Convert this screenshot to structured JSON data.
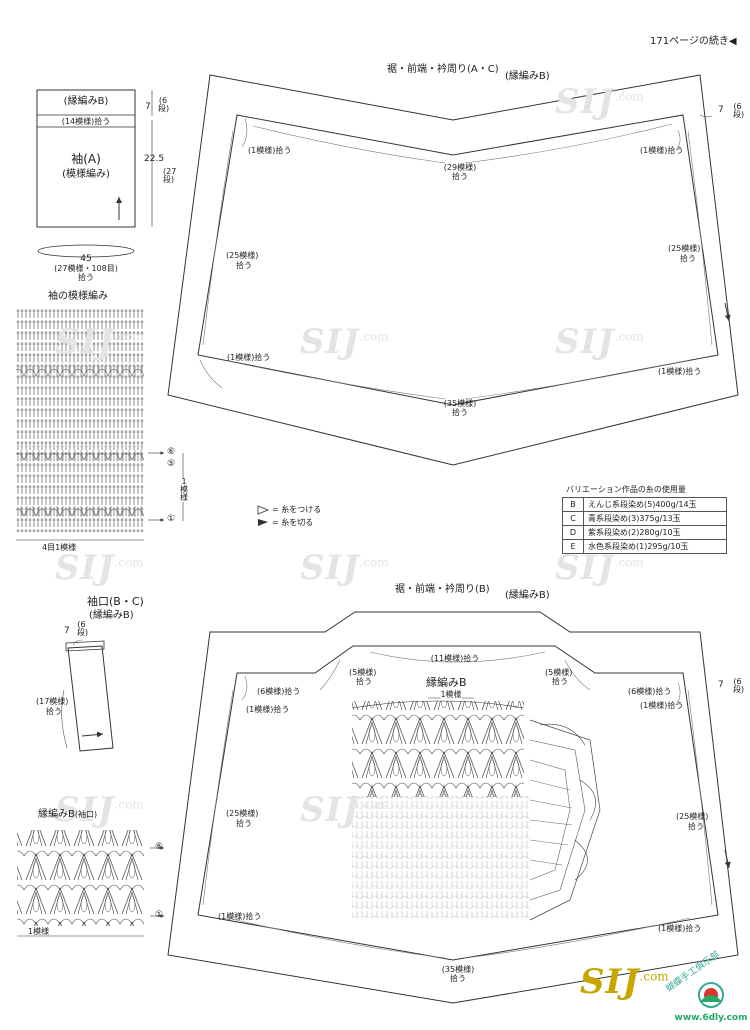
{
  "header": {
    "continuation": "171ページの続き"
  },
  "sleeve_box": {
    "top_label": "(縁編みB)",
    "pickup": "(14模様)拾う",
    "title": "袖(A)",
    "subtitle": "(模様編み)",
    "h1": "7",
    "h1_rows": "(6段)",
    "h2": "22.5",
    "h2_rows": "(27段)",
    "width": "45",
    "width_detail": "(27模様・108目)",
    "width_pick": "拾う"
  },
  "sleeve_pattern": {
    "title": "袖の模様編み",
    "row_marks": [
      "⑥",
      "⑤",
      "①"
    ],
    "repeat_v": "1模様",
    "repeat_h": "4目1模様"
  },
  "legend_marks": [
    {
      "symbol": "▷",
      "text": "= 糸をつける"
    },
    {
      "symbol": "▶",
      "text": "= 糸を切る"
    }
  ],
  "top_panel": {
    "title": "裾・前端・衿周り(A・C)",
    "subtitle": "(縁編みB)",
    "height": "7",
    "rows": "(6段)",
    "labels": {
      "tl": "(1模様)拾う",
      "top": "(29模様)",
      "top_pick": "拾う",
      "tr": "(1模様)拾う",
      "left": "(25模様)",
      "left_pick": "拾う",
      "right": "(25模様)",
      "right_pick": "拾う",
      "bl": "(1模様)拾う",
      "br": "(1模様)拾う",
      "bottom": "(35模様)",
      "bottom_pick": "拾う"
    }
  },
  "yarn_table": {
    "title": "バリエーション作品の糸の使用量",
    "rows": [
      {
        "key": "B",
        "value": "えんじ系段染め(5)400g/14玉"
      },
      {
        "key": "C",
        "value": "青系段染め(3)375g/13玉"
      },
      {
        "key": "D",
        "value": "紫系段染め(2)280g/10玉"
      },
      {
        "key": "E",
        "value": "水色系段染め(1)295g/10玉"
      }
    ]
  },
  "cuff": {
    "title": "袖口(B・C)",
    "subtitle": "(縁編みB)",
    "height": "7",
    "rows": "(6段)",
    "pickup": "(17模様)",
    "pickup2": "拾う"
  },
  "cuff_pattern": {
    "title": "縁編みB",
    "suffix": "(袖口)",
    "row_marks": [
      "⑥",
      "①"
    ],
    "repeat": "1模様"
  },
  "bottom_panel": {
    "title": "裾・前端・衿周り(B)",
    "subtitle": "(縁編みB)",
    "height": "7",
    "rows": "(6段)",
    "inner_title": "縁編みB",
    "inner_repeat": "1模様",
    "labels": {
      "neck": "(11模様)拾う",
      "neck_l": "(5模様)",
      "neck_l_pick": "拾う",
      "neck_r": "(5模様)",
      "neck_r_pick": "拾う",
      "shoulder_l": "(6模様)拾う",
      "shoulder_r": "(6模様)拾う",
      "tl": "(1模様)拾う",
      "tr": "(1模様)拾う",
      "left": "(25模様)",
      "left_pick": "拾う",
      "right": "(25模様)",
      "right_pick": "拾う",
      "bl": "(1模様)拾う",
      "br": "(1模様)拾う",
      "bottom": "(35模様)",
      "bottom_pick": "拾う"
    }
  },
  "watermarks": {
    "brand": "SIJ",
    "dom": ".com",
    "site": "www.6dly.com",
    "bottom_brand": "蝴蝶手工俱乐部"
  }
}
